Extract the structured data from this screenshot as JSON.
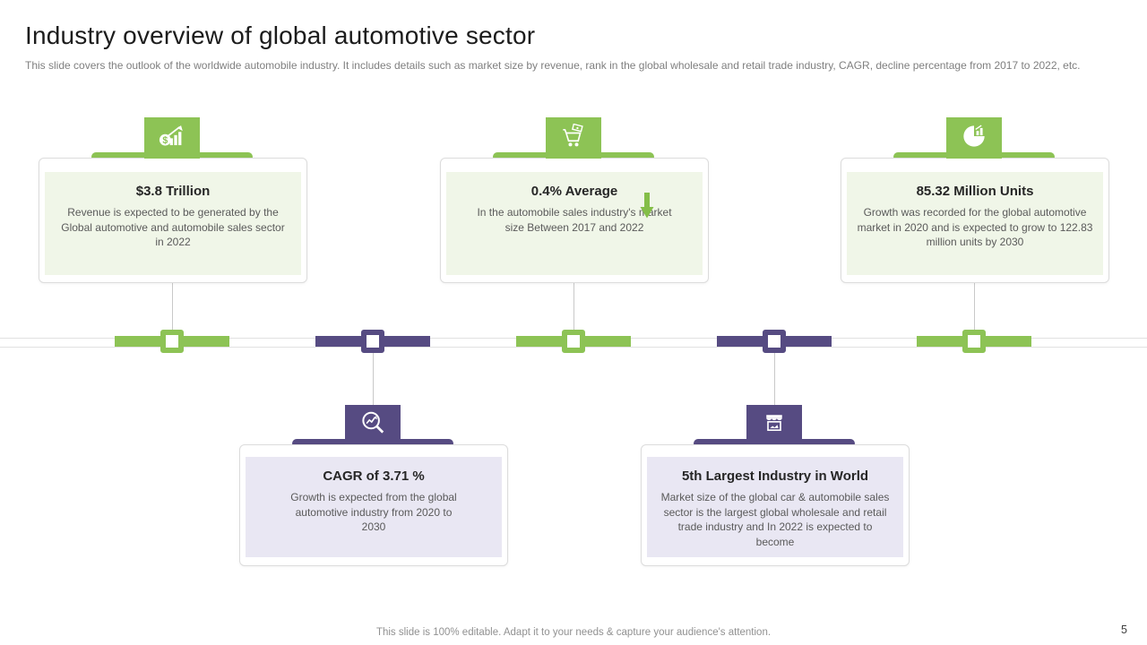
{
  "slide": {
    "title": "Industry overview of global automotive sector",
    "subtitle": "This slide covers the outlook of the worldwide automobile industry. It includes details such as market size by revenue, rank in the global wholesale and retail trade industry, CAGR,  decline percentage from 2017 to 2022, etc.",
    "footer": "This slide is 100% editable. Adapt it to your needs & capture your audience's attention.",
    "page_number": "5"
  },
  "colors": {
    "green": "#8DC355",
    "green_panel": "#F0F6E8",
    "purple": "#564B82",
    "purple_panel": "#E9E7F3",
    "timeline_track": "#E1E1E1",
    "body_text": "#5A5A5A",
    "muted_text": "#7F7F7F"
  },
  "cards": [
    {
      "icon": "coin-growth-icon",
      "accent": "green",
      "title": "$3.8 Trillion",
      "body": "Revenue is expected to be generated by the Global automotive and automobile sales sector in 2022"
    },
    {
      "icon": "cart-sales-icon",
      "accent": "green",
      "title": "0.4% Average",
      "body": "In the automobile sales industry's market size Between 2017 and 2022",
      "trend": "down"
    },
    {
      "icon": "pie-chart-icon",
      "accent": "green",
      "title": "85.32 Million Units",
      "body": "Growth was recorded for the global automotive market in 2020 and is expected to grow to 122.83 million units by 2030"
    },
    {
      "icon": "magnifier-chart-icon",
      "accent": "purple",
      "title": "CAGR of 3.71 %",
      "body": "Growth is expected from the global automotive industry from 2020 to 2030"
    },
    {
      "icon": "store-icon",
      "accent": "purple",
      "title": "5th Largest Industry in World",
      "body": "Market size of the global car & automobile sales sector is the largest global wholesale and retail trade industry and In 2022 is expected to become"
    }
  ]
}
